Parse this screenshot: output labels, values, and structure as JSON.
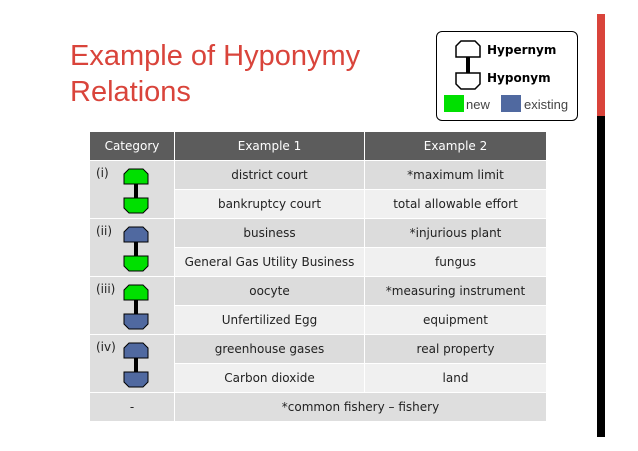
{
  "title_line1": "Example of Hyponymy",
  "title_line2": "Relations",
  "legend": {
    "hypernym": "Hypernym",
    "hyponym": "Hyponym",
    "new": "new",
    "existing": "existing",
    "colors": {
      "new": "#00e000",
      "existing": "#5069a0"
    }
  },
  "table": {
    "headers": {
      "category": "Category",
      "example1": "Example 1",
      "example2": "Example 2"
    },
    "groups": [
      {
        "label": "(i)",
        "top": "new",
        "bottom": "new",
        "rows": [
          [
            "district court",
            "*maximum limit"
          ],
          [
            "bankruptcy court",
            "total allowable effort"
          ]
        ]
      },
      {
        "label": "(ii)",
        "top": "existing",
        "bottom": "new",
        "rows": [
          [
            "business",
            "*injurious plant"
          ],
          [
            "General Gas Utility Business",
            "fungus"
          ]
        ]
      },
      {
        "label": "(iii)",
        "top": "new",
        "bottom": "existing",
        "rows": [
          [
            "oocyte",
            "*measuring instrument"
          ],
          [
            "Unfertilized Egg",
            "equipment"
          ]
        ]
      },
      {
        "label": "(iv)",
        "top": "existing",
        "bottom": "existing",
        "rows": [
          [
            "greenhouse gases",
            "real property"
          ],
          [
            "Carbon dioxide",
            "land"
          ]
        ]
      }
    ],
    "last_row": {
      "category": "-",
      "value": "*common fishery – fishery"
    }
  }
}
